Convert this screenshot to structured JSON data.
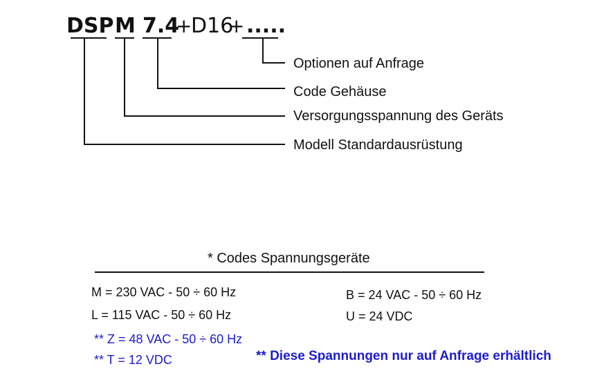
{
  "code": {
    "part1": "DSP",
    "part2": "M",
    "part3": "7.4",
    "plus1": "+",
    "part4": "D16",
    "plus2": "+",
    "part5": "....."
  },
  "descriptions": {
    "options": "Optionen auf Anfrage",
    "housing": "Code Gehäuse",
    "supply": "Versorgungsspannung des Geräts",
    "model": "Modell Standardausrüstung"
  },
  "voltage_codes": {
    "title": "* Codes Spannungsgeräte",
    "left": [
      "M = 230 VAC - 50 ÷ 60 Hz",
      "L = 115 VAC - 50 ÷ 60 Hz"
    ],
    "right": [
      "B = 24 VAC - 50 ÷ 60 Hz",
      "U = 24 VDC"
    ],
    "on_request": [
      "** Z = 48 VAC - 50 ÷ 60 Hz",
      "** T = 12 VDC"
    ],
    "note": "** Diese Spannungen nur auf Anfrage erhältlich"
  },
  "colors": {
    "text": "#111111",
    "highlight": "#1c1ccf"
  }
}
